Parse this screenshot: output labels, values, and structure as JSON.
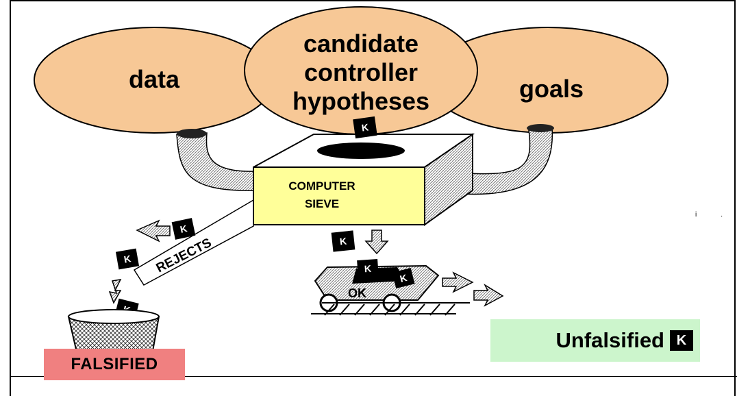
{
  "ellipses": [
    {
      "key": "data",
      "lines": [
        "data"
      ]
    },
    {
      "key": "candidates",
      "lines": [
        "candidate",
        "controller",
        "hypotheses"
      ]
    },
    {
      "key": "goals",
      "lines": [
        "goals"
      ]
    }
  ],
  "sieve": {
    "line1": "COMPUTER",
    "line2": "SIEVE"
  },
  "rejects_label": "REJECTS",
  "k_token": "K",
  "cart_label": "OK",
  "falsified_label": "FALSIFIED",
  "unfalsified_label": "Unfalsified",
  "colors": {
    "ellipse_fill": "#f7c896",
    "sieve_fill": "#ffff99",
    "falsified_bg": "#f08080",
    "unfalsified_bg": "#ccf5cc"
  }
}
